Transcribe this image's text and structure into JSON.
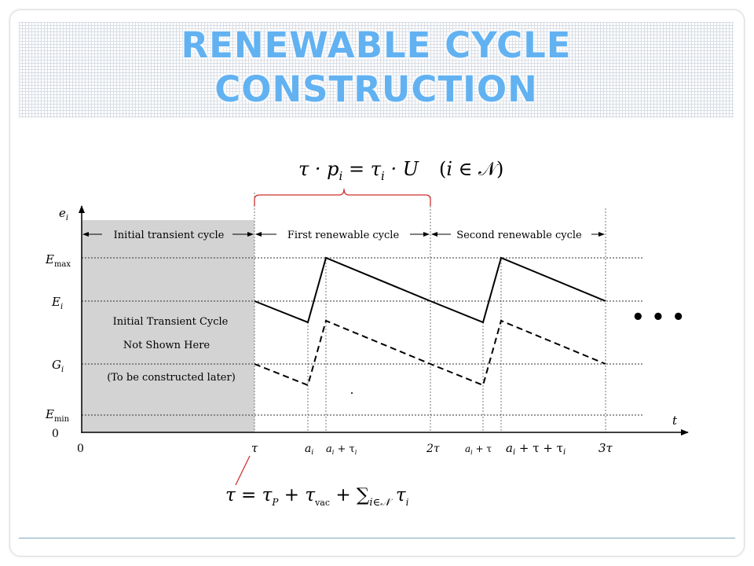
{
  "slide": {
    "title_line1": "RENEWABLE CYCLE",
    "title_line2": "CONSTRUCTION"
  },
  "diagram": {
    "formula_top": "τ · pᵢ = τᵢ · U   (i ∈ 𝒩)",
    "formula_bottom": "τ = τP + τvac + ∑i∈𝒩 τi",
    "y_axis_label": "eᵢ",
    "x_axis_label": "t",
    "y_ticks": [
      "Emax",
      "Eᵢ",
      "Gᵢ",
      "Emin",
      "0"
    ],
    "x_ticks": [
      "0",
      "τ",
      "aᵢ",
      "aᵢ + τᵢ",
      "2τ",
      "aᵢ + τ",
      "aᵢ + τ + τᵢ",
      "3τ"
    ],
    "segments": [
      "Initial transient cycle",
      "First renewable cycle",
      "Second renewable cycle"
    ],
    "box_text": [
      "Initial Transient Cycle",
      "Not Shown Here",
      "(To be constructed later)"
    ],
    "continuation": "• • •",
    "colors": {
      "title": "#62b2f2",
      "shaded_region": "#d3d3d3",
      "brace": "#d0312d"
    }
  }
}
